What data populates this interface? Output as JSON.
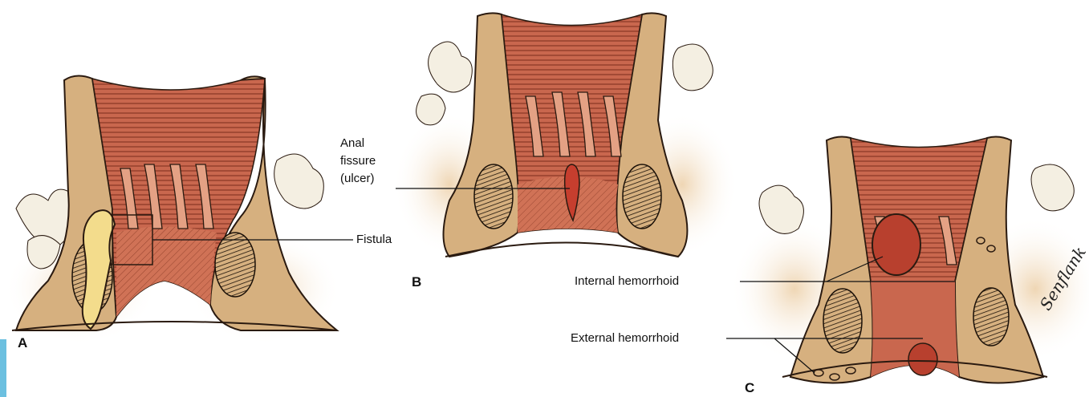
{
  "colors": {
    "tissue": "#d6b07f",
    "tissue_outline": "#2a1a10",
    "mucosa": "#c9674e",
    "mucosa_light": "#e4a184",
    "fat": "#f4efe2",
    "fistula": "#f3dc8c",
    "hemorrhoid": "#b8402e",
    "accent_bar": "#6cc0e0"
  },
  "panels": {
    "a": {
      "letter": "A",
      "label_fistula": "Fistula"
    },
    "b": {
      "letter": "B",
      "label_fissure_1": "Anal",
      "label_fissure_2": "fissure",
      "label_fissure_3": "(ulcer)"
    },
    "c": {
      "letter": "C",
      "label_internal": "Internal hemorrhoid",
      "label_external": "External hemorrhoid",
      "signature": "Senflank"
    }
  }
}
